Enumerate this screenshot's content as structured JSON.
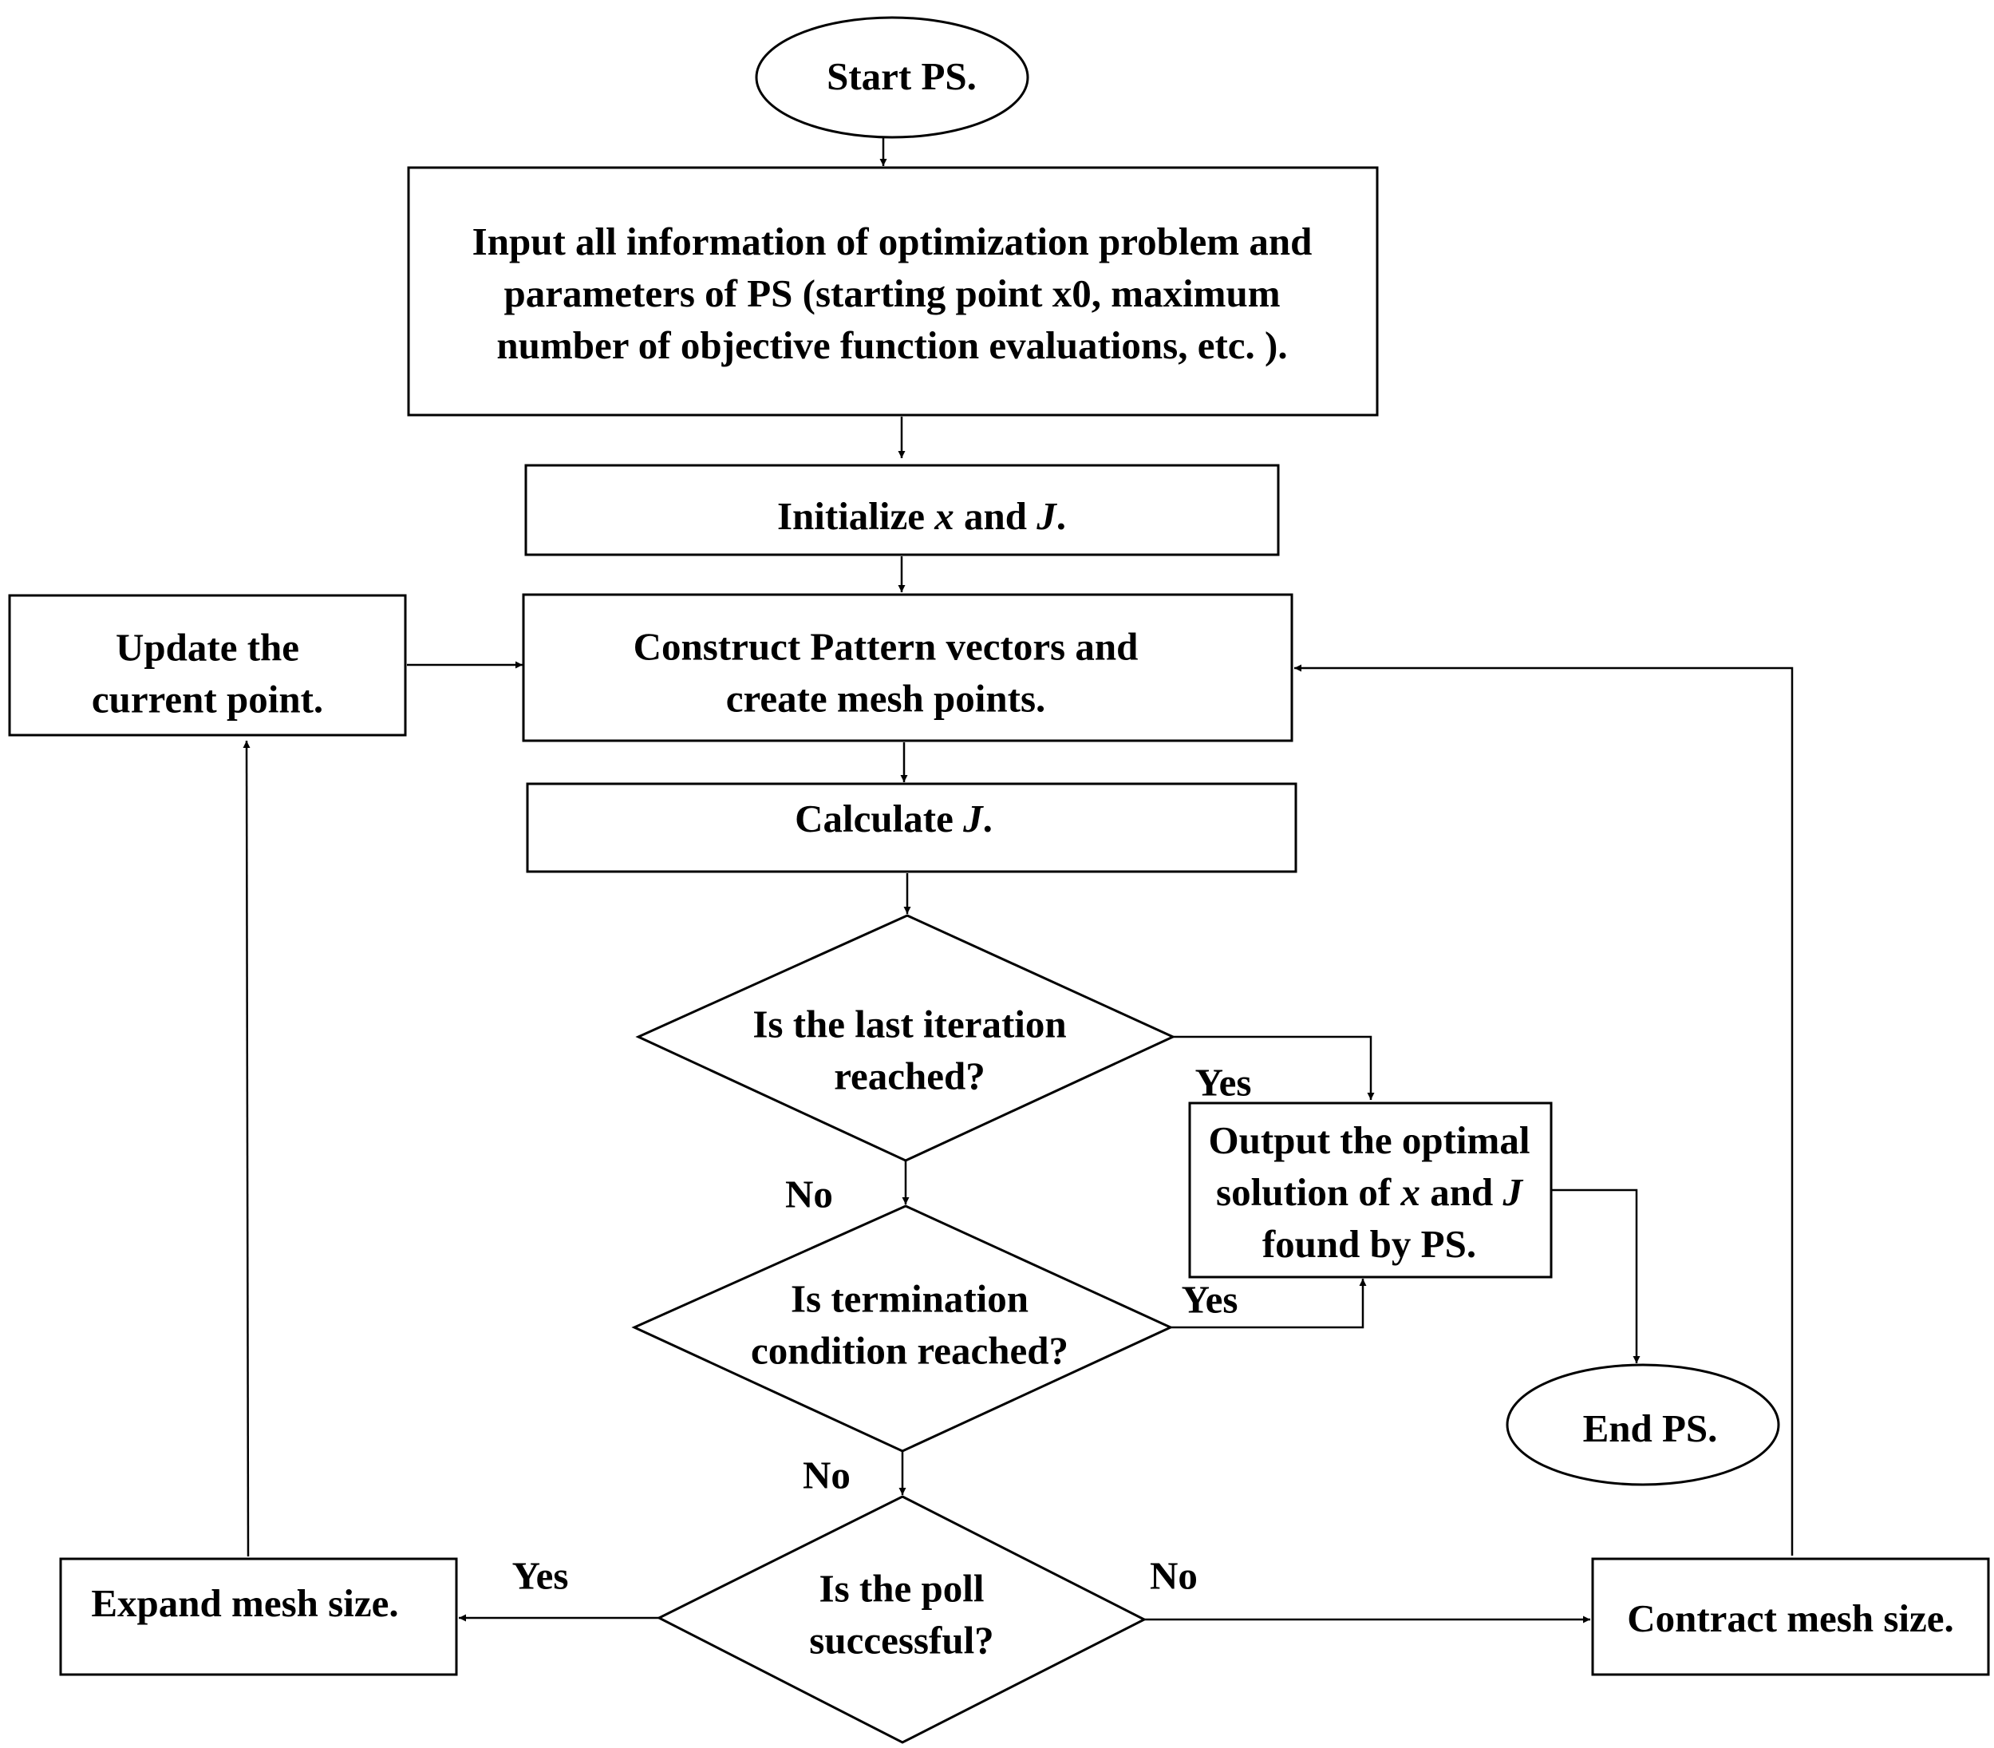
{
  "nodes": {
    "start": {
      "lines": [
        [
          {
            "t": "Start PS."
          }
        ]
      ]
    },
    "input": {
      "lines": [
        [
          {
            "t": "Input all information of optimization problem and"
          }
        ],
        [
          {
            "t": "parameters of PS (starting point x0, maximum"
          }
        ],
        [
          {
            "t": "number of objective function evaluations, etc. )."
          }
        ]
      ]
    },
    "init": {
      "lines": [
        [
          {
            "t": "Initialize "
          },
          {
            "t": "x",
            "i": true
          },
          {
            "t": " and "
          },
          {
            "t": "J",
            "i": true
          },
          {
            "t": "."
          }
        ]
      ]
    },
    "construct": {
      "lines": [
        [
          {
            "t": "Construct Pattern vectors and"
          }
        ],
        [
          {
            "t": "create mesh points."
          }
        ]
      ]
    },
    "update": {
      "lines": [
        [
          {
            "t": "Update the"
          }
        ],
        [
          {
            "t": "current point."
          }
        ]
      ]
    },
    "calc": {
      "lines": [
        [
          {
            "t": "Calculate "
          },
          {
            "t": "J",
            "i": true
          },
          {
            "t": "."
          }
        ]
      ]
    },
    "last_iter": {
      "lines": [
        [
          {
            "t": "Is the last iteration"
          }
        ],
        [
          {
            "t": "reached?"
          }
        ]
      ]
    },
    "output": {
      "lines": [
        [
          {
            "t": "Output the optimal"
          }
        ],
        [
          {
            "t": "solution of "
          },
          {
            "t": "x",
            "i": true
          },
          {
            "t": " and "
          },
          {
            "t": "J",
            "i": true
          }
        ],
        [
          {
            "t": "found by PS."
          }
        ]
      ]
    },
    "termination": {
      "lines": [
        [
          {
            "t": "Is termination"
          }
        ],
        [
          {
            "t": "condition reached?"
          }
        ]
      ]
    },
    "end": {
      "lines": [
        [
          {
            "t": "End PS."
          }
        ]
      ]
    },
    "poll": {
      "lines": [
        [
          {
            "t": "Is the poll"
          }
        ],
        [
          {
            "t": "successful?"
          }
        ]
      ]
    },
    "expand": {
      "lines": [
        [
          {
            "t": "Expand mesh size."
          }
        ]
      ]
    },
    "contract": {
      "lines": [
        [
          {
            "t": "Contract mesh size."
          }
        ]
      ]
    }
  },
  "edge_labels": {
    "last_iter_yes": "Yes",
    "last_iter_no": "No",
    "termination_yes": "Yes",
    "termination_no": "No",
    "poll_yes": "Yes",
    "poll_no": "No"
  }
}
